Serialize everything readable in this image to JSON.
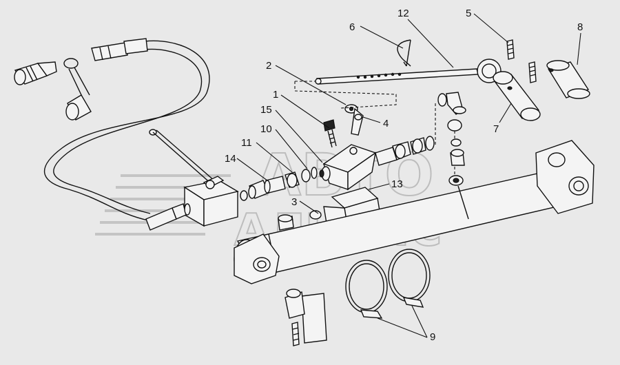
{
  "watermark": {
    "line1": "АВТО",
    "line2": "АЛЬЯНС"
  },
  "callouts": [
    "1",
    "2",
    "3",
    "4",
    "5",
    "6",
    "7",
    "8",
    "9",
    "10",
    "11",
    "12",
    "13",
    "14",
    "15"
  ]
}
